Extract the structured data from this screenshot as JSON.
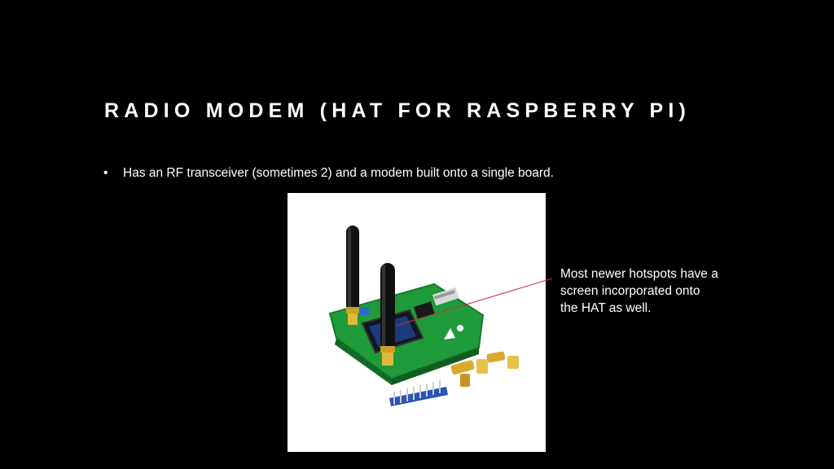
{
  "slide": {
    "title": "RADIO MODEM (HAT FOR RASPBERRY PI)",
    "bullets": [
      {
        "marker": "•",
        "text": "Has an RF transceiver (sometimes 2) and a modem built onto a single board."
      }
    ],
    "callout": {
      "lines": [
        "Most newer hotspots have a",
        "screen incorporated onto",
        "the HAT as well."
      ]
    },
    "photo": {
      "subject": "radio-modem-hat-board"
    }
  },
  "colors": {
    "background": "#000000",
    "text": "#ffffff",
    "pcb": "#1f9a3a",
    "callout_line": "#c0304a"
  }
}
